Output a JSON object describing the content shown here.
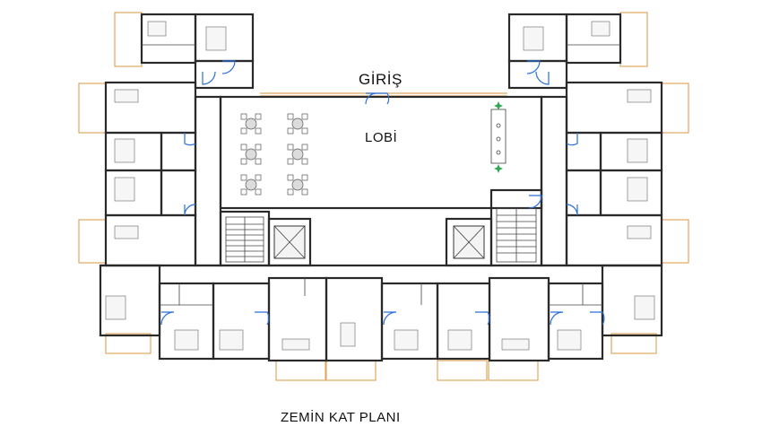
{
  "plan": {
    "title": "ZEMİN KAT PLANI",
    "entrance_label": "GİRİŞ",
    "lobby_label": "LOBİ"
  },
  "colors": {
    "walls": "#2a2a2a",
    "doors": "#2b6fd6",
    "balcony_rails": "#e0a860",
    "plants": "#2fa84f"
  },
  "icons": [
    "lobby-table-icon",
    "elevator-icon",
    "staircase-icon",
    "plant-icon",
    "door-swing-icon"
  ]
}
